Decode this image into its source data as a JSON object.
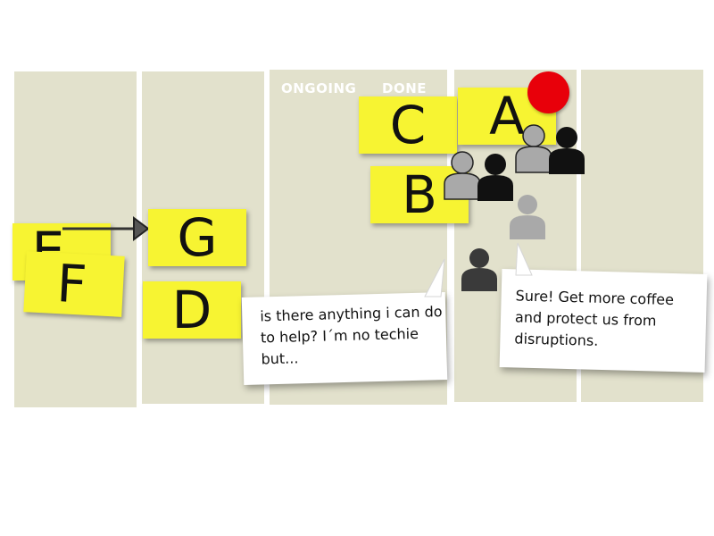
{
  "board": {
    "headers": {
      "ongoing": "ONGOING",
      "done": "DONE"
    }
  },
  "notes": {
    "a": "A",
    "b": "B",
    "c": "C",
    "d": "D",
    "e": "E",
    "f": "F",
    "g": "G"
  },
  "bubbles": {
    "left": {
      "line1": "is there anything i can do",
      "line2": "to help? I´m no techie",
      "line3": "but..."
    },
    "right": {
      "line1": "Sure! Get more coffee",
      "line2": "and protect us from",
      "line3": "disruptions."
    }
  },
  "colors": {
    "column": "#e2e1cc",
    "sticky": "#f7f432",
    "alert_dot": "#e8000a",
    "person_gray": "#a9a9a9",
    "person_black": "#111111",
    "person_dark": "#3a3a3a"
  },
  "icons": [
    "person-icon",
    "alert-dot",
    "arrow-right-icon"
  ]
}
